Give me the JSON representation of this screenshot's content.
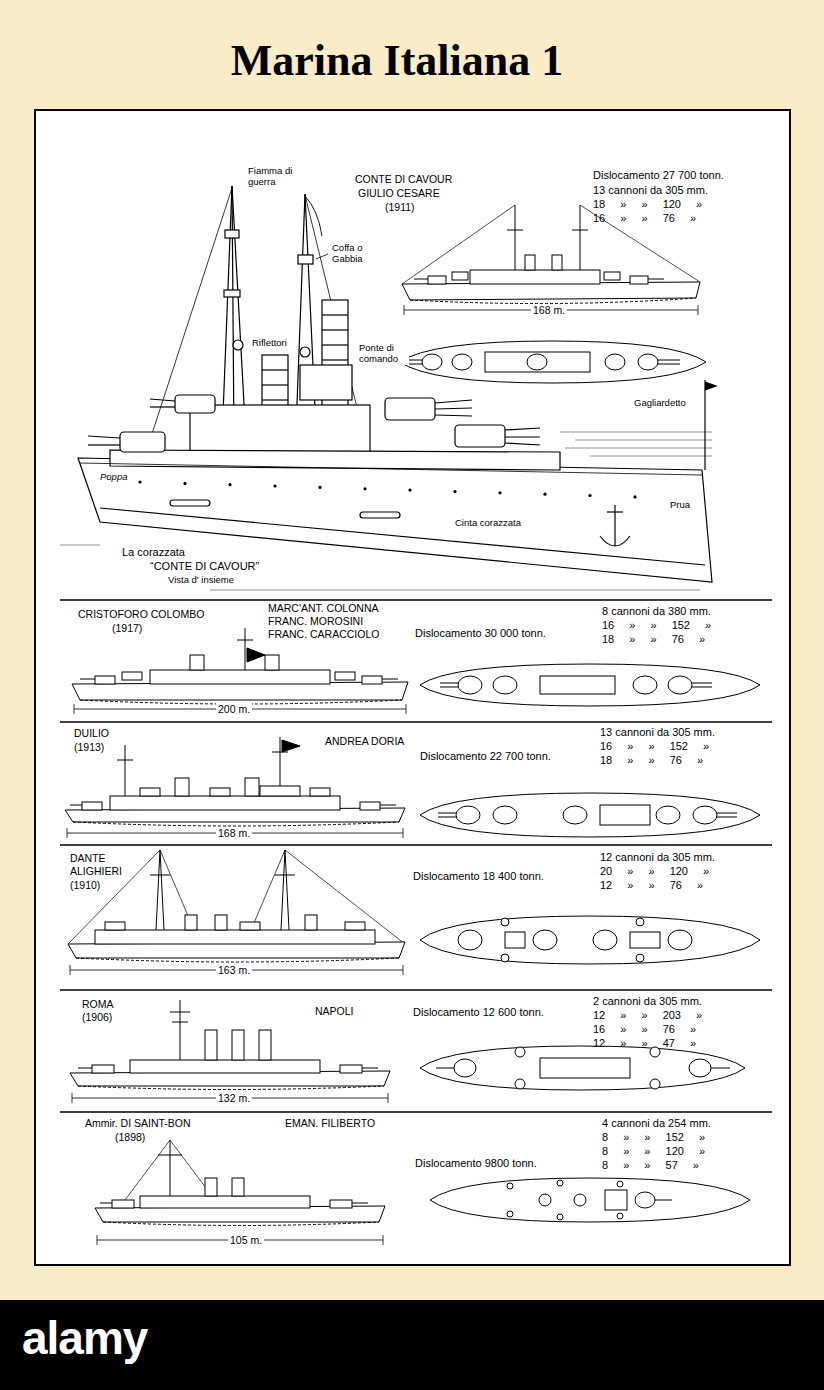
{
  "diagram": {
    "title": "Marina Italiana 1",
    "labels": [
      "Fiamma di guerra",
      "Coffa o Gabbia",
      "Riflettori",
      "Ponte di comando",
      "CONTE DI CAVOUR",
      "GIULIO CESARE",
      "(1911)",
      "Dislocamento 27 700 tonn.",
      "13 cannoni da 305 mm.",
      "18 » » 120 »",
      "16 » » 76 »",
      "168 m.",
      "Gagliardetto",
      "Poppa",
      "Prua",
      "Cinta corazzata",
      "La corazzata",
      "“CONTE DI CAVOUR”",
      "Vista d' insieme",
      "CRISTOFORO COLOMBO",
      "(1917)",
      "MARC'ANT. COLONNA",
      "FRANC. MOROSINI",
      "FRANC. CARACCIOLO",
      "Dislocamento 30 000 tonn.",
      "8 cannoni da 380 mm.",
      "16 » » 152 »",
      "18 » » 76 »",
      "200 m.",
      "DUILIO",
      "(1913)",
      "ANDREA DORIA",
      "Dislocamento 22 700 tonn.",
      "13 cannoni da 305 mm.",
      "16 » » 152 »",
      "18 » » 76 »",
      "168 m.",
      "DANTE",
      "ALIGHIERI",
      "(1910)",
      "Dislocamento 18 400 tonn.",
      "12 cannoni da 305 mm.",
      "20 » » 120 »",
      "12 » » 76 »",
      "163 m.",
      "ROMA",
      "(1906)",
      "NAPOLI",
      "Dislocamento 12 600 tonn.",
      "2 cannoni da 305 mm.",
      "12 » » 203 »",
      "16 » » 76 »",
      "12 » » 47 »",
      "132 m.",
      "Ammir. DI SAINT-BON",
      "(1898)",
      "EMAN. FILIBERTO",
      "Dislocamento 9800 tonn.",
      "4 cannoni da 254 mm.",
      "8 » » 152 »",
      "8 » » 120 »",
      "8 » » 57 »",
      "105 m.",
      "alamy"
    ]
  }
}
